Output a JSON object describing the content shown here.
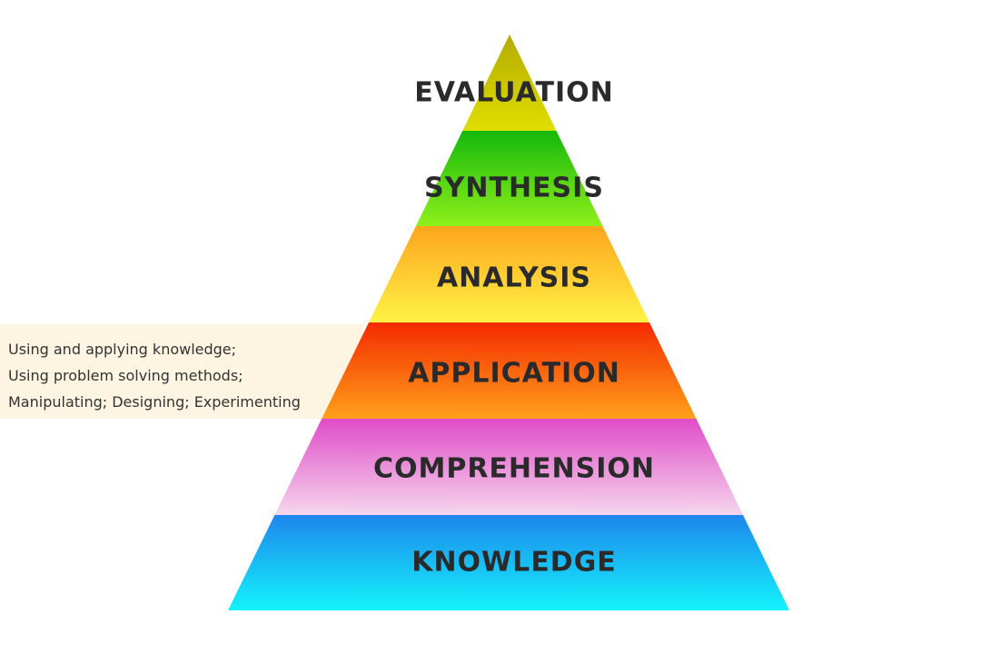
{
  "pyramid": {
    "levels": [
      {
        "label": "EVALUATION",
        "colors": [
          "#b3ab00",
          "#e0de00"
        ]
      },
      {
        "label": "SYNTHESIS",
        "colors": [
          "#15b80c",
          "#8ef01a"
        ]
      },
      {
        "label": "ANALYSIS",
        "colors": [
          "#ffa51d",
          "#fff345"
        ]
      },
      {
        "label": "APPLICATION",
        "colors": [
          "#f52a00",
          "#ffa01c"
        ]
      },
      {
        "label": "COMPREHENSION",
        "colors": [
          "#df4cc8",
          "#f6d6ed"
        ]
      },
      {
        "label": "KNOWLEDGE",
        "colors": [
          "#1e86ec",
          "#13f3fb"
        ]
      }
    ]
  },
  "callout": {
    "lines": [
      "Using and applying knowledge;",
      "Using problem solving methods;",
      "Manipulating; Designing; Experimenting"
    ],
    "background": "#fdf5e1"
  }
}
